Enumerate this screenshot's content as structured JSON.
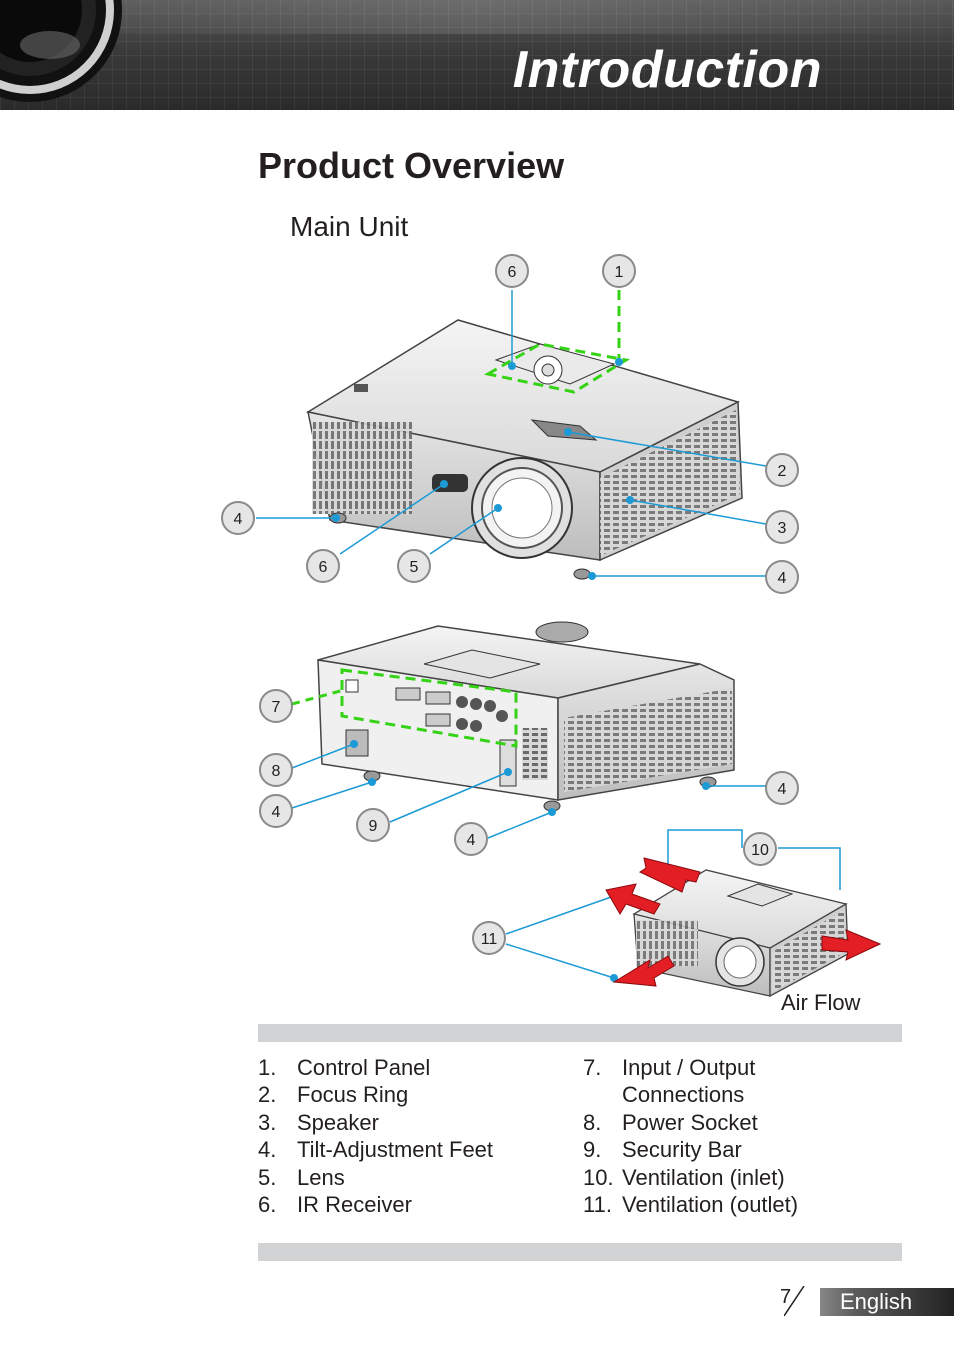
{
  "header": {
    "title": "Introduction"
  },
  "section": {
    "title": "Product Overview",
    "subtitle": "Main Unit"
  },
  "diagram": {
    "callouts_top": [
      "6",
      "1",
      "2",
      "3",
      "4",
      "4",
      "6",
      "5"
    ],
    "callouts_rear": [
      "7",
      "8",
      "4",
      "9",
      "4",
      "4"
    ],
    "callouts_airflow": [
      "10",
      "11"
    ],
    "airflow_label": "Air Flow"
  },
  "legend": {
    "left": [
      {
        "num": "1.",
        "text": "Control Panel"
      },
      {
        "num": "2.",
        "text": "Focus Ring"
      },
      {
        "num": "3.",
        "text": "Speaker"
      },
      {
        "num": "4.",
        "text": "Tilt-Adjustment Feet"
      },
      {
        "num": "5.",
        "text": "Lens"
      },
      {
        "num": "6.",
        "text": "IR Receiver"
      }
    ],
    "right": [
      {
        "num": "7.",
        "text": "Input / Output Connections"
      },
      {
        "num": "8.",
        "text": "Power Socket"
      },
      {
        "num": "9.",
        "text": "Security Bar"
      },
      {
        "num": "10.",
        "text": "Ventilation (inlet)"
      },
      {
        "num": "11.",
        "text": "Ventilation (outlet)"
      }
    ]
  },
  "footer": {
    "page": "7",
    "language": "English"
  },
  "colors": {
    "callout_line": "#1c9ad6",
    "highlight": "#35d315",
    "arrow": "#e31e24",
    "bar": "#d1d3d4"
  }
}
